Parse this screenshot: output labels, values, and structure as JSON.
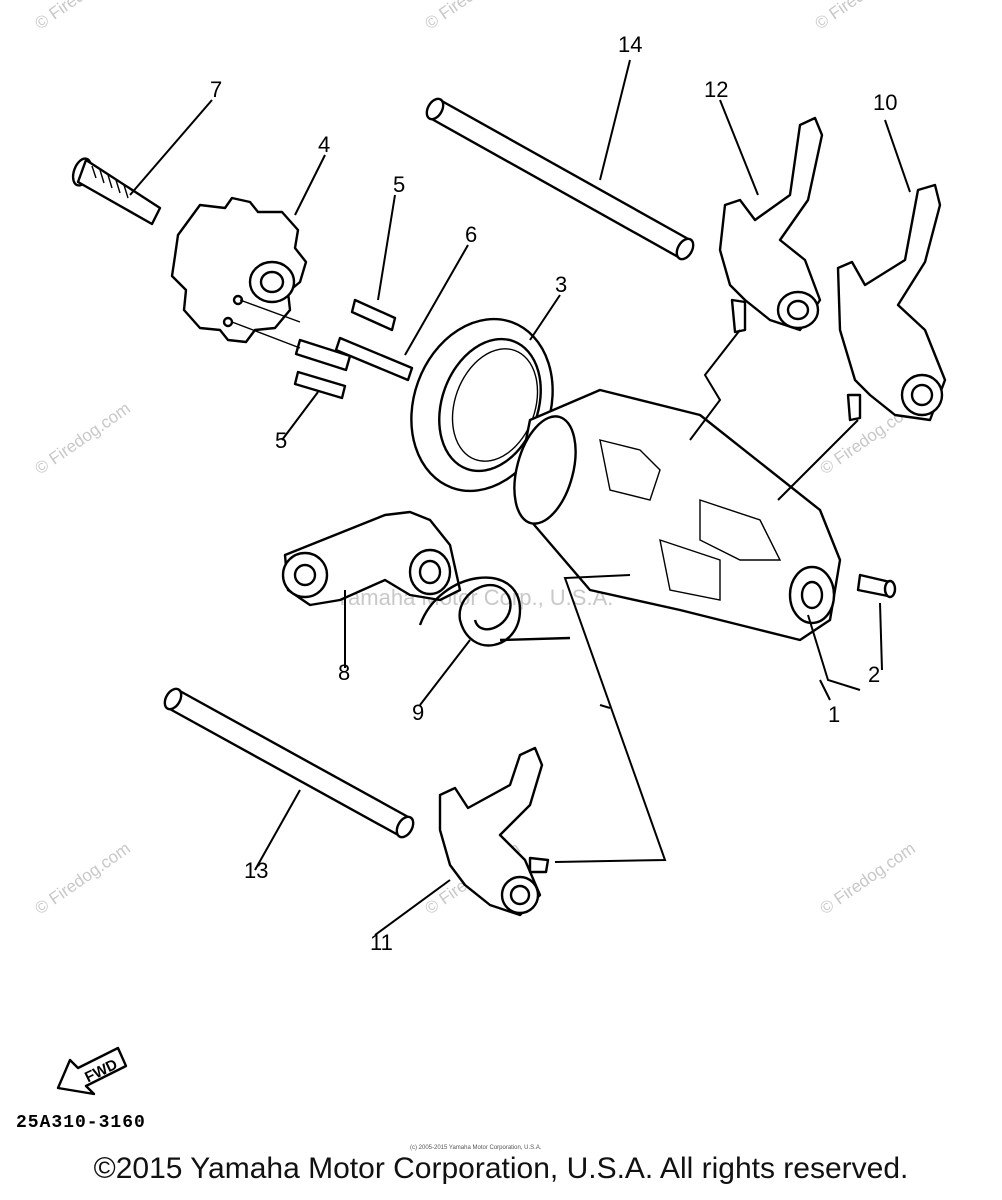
{
  "labels": {
    "p1": "1",
    "p2": "2",
    "p3": "3",
    "p4": "4",
    "p5a": "5",
    "p5b": "5",
    "p6": "6",
    "p7": "7",
    "p8": "8",
    "p9": "9",
    "p10": "10",
    "p11": "11",
    "p12": "12",
    "p13": "13",
    "p14": "14"
  },
  "fwd_arrow_text": "FWD",
  "diagram_code": "25A310-3160",
  "small_copyright": "(c) 2005-2015 Yamaha Motor Corporation, U.S.A.",
  "copyright": "©2015 Yamaha Motor Corporation, U.S.A. All rights reserved.",
  "watermarks": {
    "firedog": "© Firedog.com",
    "center": "Yamaha Motor Corp., U.S.A."
  }
}
